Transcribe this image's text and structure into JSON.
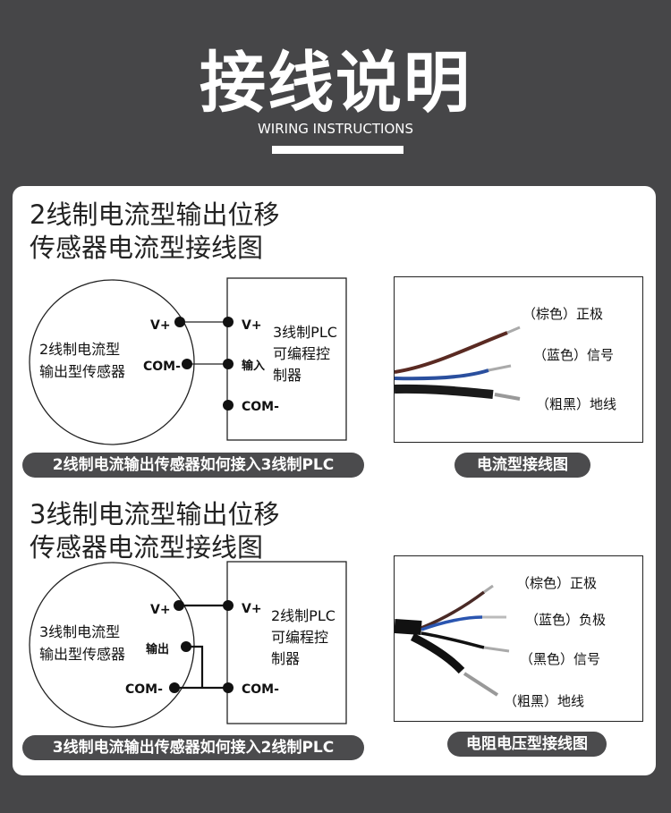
{
  "header": {
    "title": "接线说明",
    "subtitle": "WIRING INSTRUCTIONS"
  },
  "sections": [
    {
      "title_line1": "2线制电流型输出位移",
      "title_line2": "传感器电流型接线图",
      "sensor": {
        "label_line1": "2线制电流型",
        "label_line2": "输出型传感器",
        "terminals": [
          "V+",
          "COM-"
        ]
      },
      "plc": {
        "label_line1": "3线制PLC",
        "label_line2": "可编程控",
        "label_line3": "制器",
        "terminals": [
          "V+",
          "输入",
          "COM-"
        ]
      },
      "caption": "2线制电流输出传感器如何接入3线制PLC",
      "photo": {
        "wires": [
          {
            "color_name": "（棕色）",
            "function": "正极",
            "color": "#5a2a22"
          },
          {
            "color_name": "（蓝色）",
            "function": "信号",
            "color": "#2a4f9e"
          },
          {
            "color_name": "（粗黑）",
            "function": "地线",
            "color": "#1a1a1a"
          }
        ],
        "caption": "电流型接线图"
      }
    },
    {
      "title_line1": "3线制电流型输出位移",
      "title_line2": "传感器电流型接线图",
      "sensor": {
        "label_line1": "3线制电流型",
        "label_line2": "输出型传感器",
        "terminals": [
          "V+",
          "输出",
          "COM-"
        ]
      },
      "plc": {
        "label_line1": "2线制PLC",
        "label_line2": "可编程控",
        "label_line3": "制器",
        "terminals": [
          "V+",
          "COM-"
        ]
      },
      "caption": "3线制电流输出传感器如何接入2线制PLC",
      "photo": {
        "wires": [
          {
            "color_name": "（棕色）",
            "function": "正极",
            "color": "#4a2a26"
          },
          {
            "color_name": "（蓝色）",
            "function": "负极",
            "color": "#2a55b0"
          },
          {
            "color_name": "（黑色）",
            "function": "信号",
            "color": "#111111"
          },
          {
            "color_name": "（粗黑）",
            "function": "地线",
            "color": "#1a1a1a"
          }
        ],
        "caption": "电阻电压型接线图"
      }
    }
  ],
  "colors": {
    "background": "#464648",
    "card": "#ffffff",
    "pill": "#4b4b4d"
  }
}
